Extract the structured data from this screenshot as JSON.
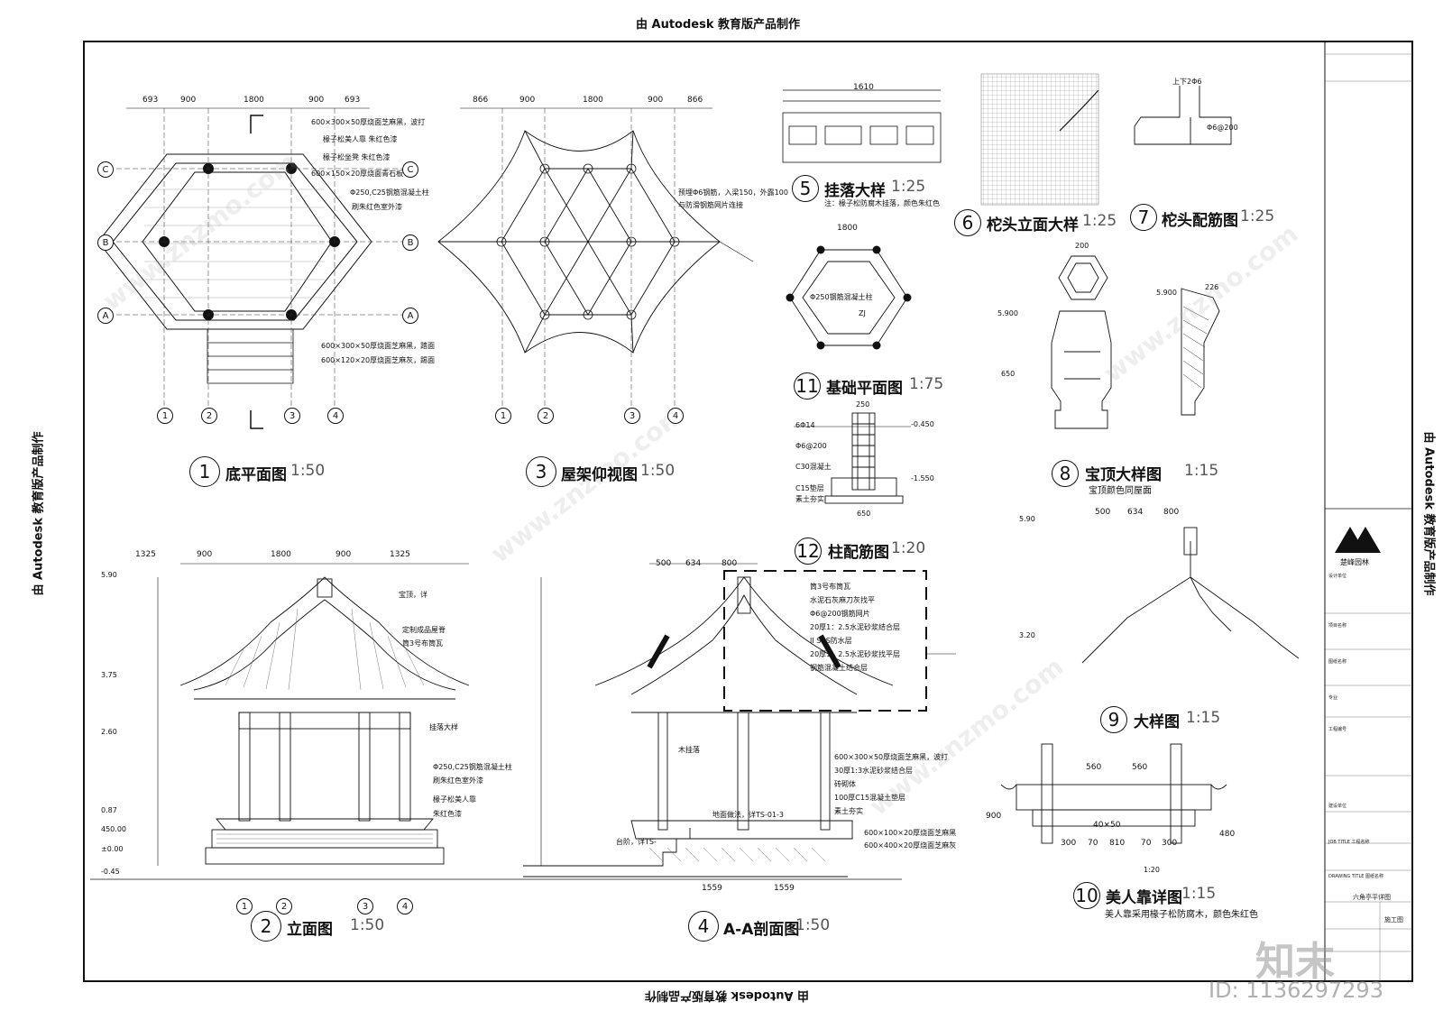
{
  "watermark_edu": "由 Autodesk 教育版产品制作",
  "views": [
    {
      "num": "1",
      "title": "底平面图",
      "scale": "1:50"
    },
    {
      "num": "2",
      "title": "立面图",
      "scale": "1:50"
    },
    {
      "num": "3",
      "title": "屋架仰视图",
      "scale": "1:50"
    },
    {
      "num": "4",
      "title": "A-A剖面图",
      "scale": "1:50"
    },
    {
      "num": "5",
      "title": "挂落大样",
      "scale": "1:25"
    },
    {
      "num": "6",
      "title": "柁头立面大样",
      "scale": "1:25"
    },
    {
      "num": "7",
      "title": "柁头配筋图",
      "scale": "1:25"
    },
    {
      "num": "8",
      "title": "宝顶大样图",
      "scale": "1:15"
    },
    {
      "num": "9",
      "title": "大样图",
      "scale": "1:15"
    },
    {
      "num": "10",
      "title": "美人靠详图",
      "scale": "1:15"
    },
    {
      "num": "11",
      "title": "基础平面图",
      "scale": "1:75"
    },
    {
      "num": "12",
      "title": "柱配筋图",
      "scale": "1:20"
    }
  ],
  "notes": {
    "plan_top_dims": [
      "693",
      "900",
      "1800",
      "900",
      "693"
    ],
    "plan_notes": [
      "600×300×50厚烧面芝麻黑，波打",
      "椽子松美人靠 朱红色漆",
      "椽子松坐凳 朱红色漆",
      "600×150×20厚烧面青石板",
      "Φ250,C25钢筋混凝土柱",
      "刷朱红色室外漆",
      "600×300×50厚烧面芝麻黑，踏面",
      "600×120×20厚烧面芝麻灰，踢面"
    ],
    "plan_axes": [
      "A",
      "B",
      "C"
    ],
    "plan_grid": [
      "1",
      "2",
      "3",
      "4"
    ],
    "roof_top_dims": [
      "866",
      "900",
      "1800",
      "900",
      "866"
    ],
    "roof_note": [
      "预埋Φ6钢筋，入梁150，外露100",
      "与防滑钢筋网片连接"
    ],
    "detail5_top": "1610",
    "detail5_note": "注：椽子松防腐木挂落，颜色朱红色",
    "detail7_top": "上下2Φ6",
    "detail7_dim": "Φ6@200",
    "detail8_note": "宝顶颜色同屋面",
    "detail8_dims": [
      "200",
      "5.900",
      "5.900",
      "226",
      "650"
    ],
    "foundation_top": "1800",
    "foundation_labels": [
      "Φ250钢筋混凝土柱",
      "ZJ"
    ],
    "column_labels": [
      "6Φ14",
      "Φ6@200",
      "C30混凝土",
      "C15垫层",
      "素土夯实",
      "-0.450",
      "-1.550",
      "250",
      "650"
    ],
    "elev_top_dims": [
      "1325",
      "900",
      "1800",
      "900",
      "1325"
    ],
    "elev_levels": [
      "5.90",
      "3.75",
      "2.60",
      "0.87",
      "450.00",
      "±0.00",
      "-0.45"
    ],
    "elev_notes": [
      "宝顶，详",
      "定制成品屋脊",
      "筒3号布筒瓦",
      "挂落大样",
      "Φ250,C25钢筋混凝土柱",
      "刷朱红色室外漆",
      "椽子松美人靠",
      "朱红色漆"
    ],
    "section_top_dims": [
      "500",
      "634",
      "800"
    ],
    "section_roof_notes": [
      "筒3号布筒瓦",
      "水泥石灰麻刀灰找平",
      "Φ6@200钢筋网片",
      "20厚1：2.5水泥砂浆结合层",
      "II SBS防水层",
      "20厚1：2.5水泥砂浆找平层",
      "钢筋混凝土结合层"
    ],
    "section_floor_notes": [
      "600×300×50厚烧面芝麻黑，波打",
      "30厚1:3水泥砂浆结合层",
      "砖砌体",
      "100厚C15混凝土垫层",
      "素土夯实"
    ],
    "section_misc": [
      "木挂落",
      "地面做法，详TS-01-3",
      "台阶，详TS-",
      "600×100×20厚烧面芝麻黑",
      "600×400×20厚烧面芝麻灰",
      "1559",
      "1559"
    ],
    "detail9_dims": [
      "500",
      "634",
      "800",
      "5.90",
      "3.20"
    ],
    "detail10_dims": [
      "560",
      "560",
      "300",
      "70",
      "810",
      "70",
      "300",
      "900",
      "480",
      "40×50"
    ],
    "detail10_note": "美人靠采用椽子松防腐木，颜色朱红色",
    "detail10_scale_text": "1:20"
  },
  "title_block": {
    "company": "楚峰园林",
    "rows": [
      "设计单位",
      "项目名称",
      "图纸名称",
      "专业",
      "工程编号",
      "JOB TITLE 工程名称",
      "DRAWING TITLE 图纸名称",
      "建设单位"
    ],
    "project_short": "六角亭平详图",
    "stamp": "施工图"
  },
  "brand": {
    "logo_text": "知末",
    "id_text": "ID: 1136297293",
    "site_watermark": "www.znzmo.com"
  }
}
